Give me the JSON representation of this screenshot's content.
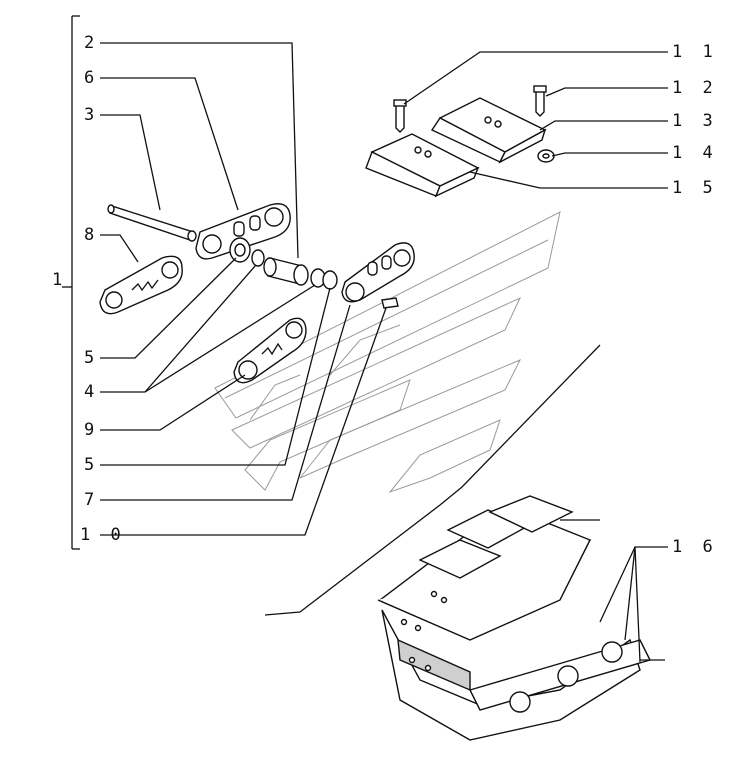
{
  "diagram": {
    "labels": {
      "l1": "1",
      "l2": "2",
      "l6": "6",
      "l3": "3",
      "l8": "8",
      "l5a": "5",
      "l4": "4",
      "l9": "9",
      "l5b": "5",
      "l7": "7",
      "l10": "1 0",
      "l11": "1 1",
      "l12": "1 2",
      "l13": "1 3",
      "l14": "1 4",
      "l15": "1 5",
      "l16": "1 6"
    }
  }
}
